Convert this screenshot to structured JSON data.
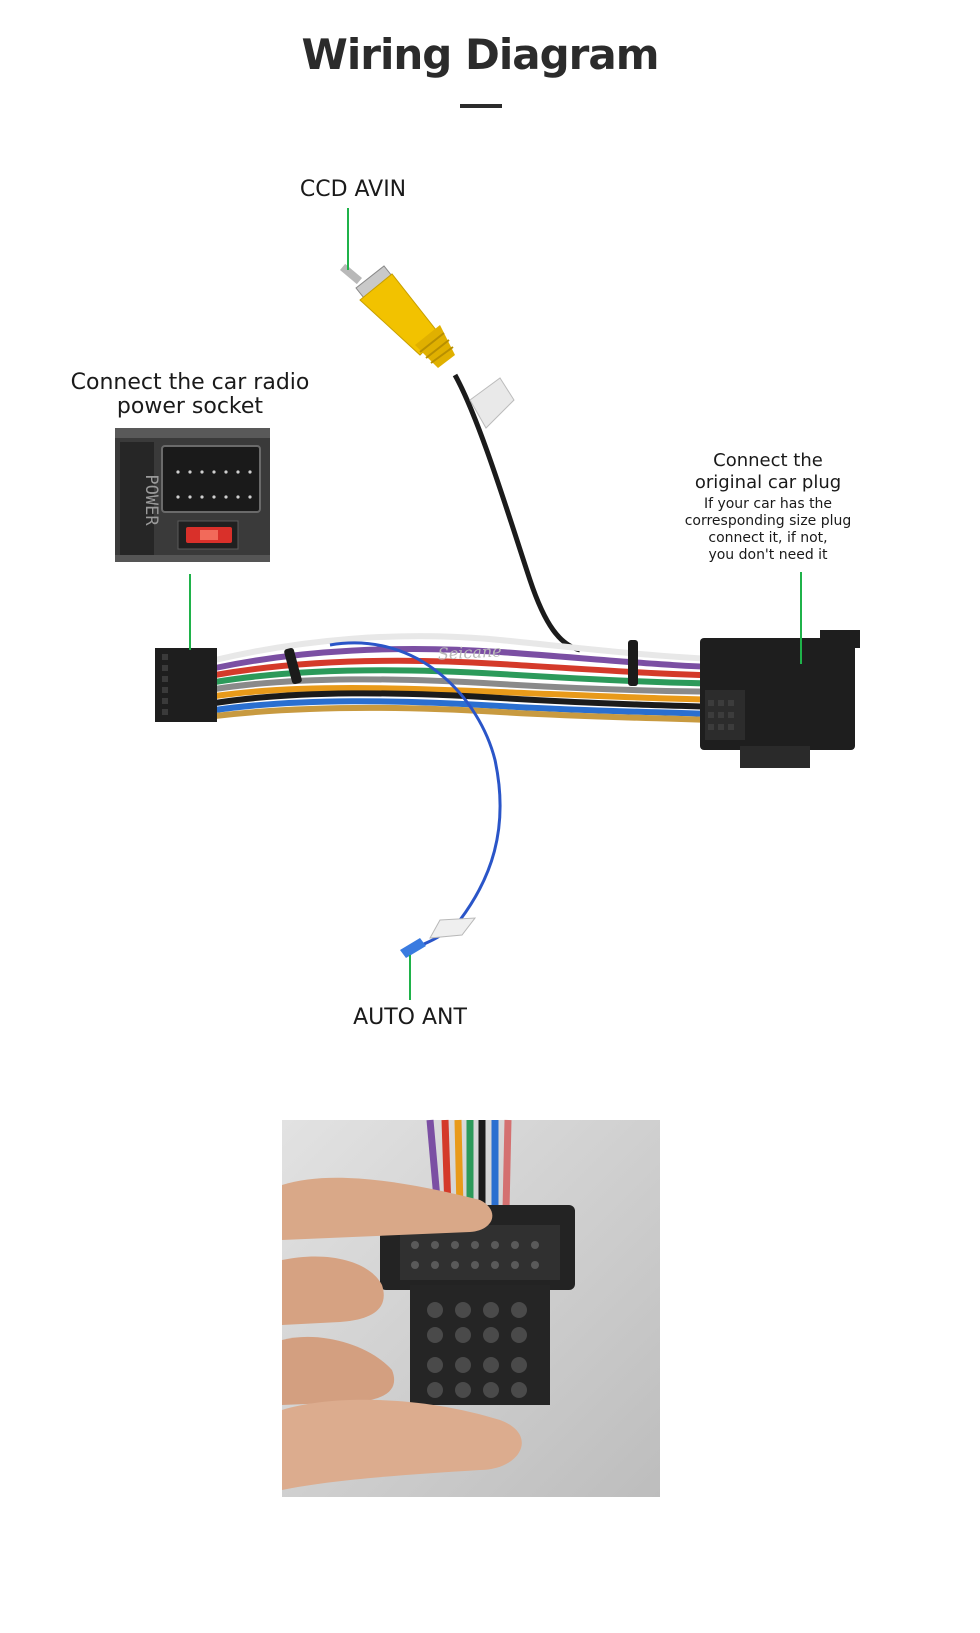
{
  "title": "Wiring Diagram",
  "labels": {
    "ccd_avin": "CCD AVIN",
    "power_socket_line1": "Connect the car radio",
    "power_socket_line2": "power socket",
    "orig_plug_line1": "Connect the",
    "orig_plug_line2": "original car plug",
    "orig_plug_note1": "If your car has the",
    "orig_plug_note2": "corresponding size plug",
    "orig_plug_note3": "connect it, if not,",
    "orig_plug_note4": "you don't need it",
    "auto_ant": "AUTO ANT"
  },
  "photo_text": {
    "power_text": "POWER",
    "brand": "Seicane"
  },
  "colors": {
    "pointer_line": "#1fb24a",
    "rca_yellow": "#f2c200",
    "antenna_wire": "#2a55c8"
  }
}
